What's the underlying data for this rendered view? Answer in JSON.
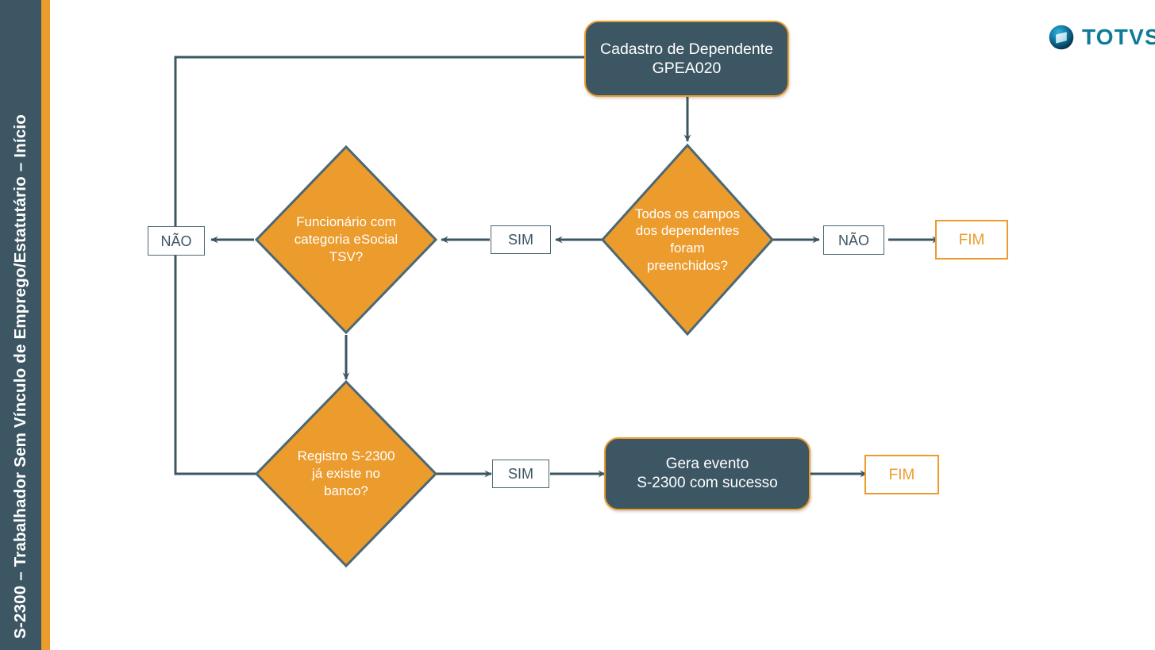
{
  "slide": {
    "side_title": "S-2300 – Trabalhador Sem Vínculo de Emprego/Estatutário – Início",
    "brand": "TOTVS",
    "colors": {
      "rail_dark": "#3C5663",
      "rail_orange": "#EC9B2D",
      "decision_fill": "#EC9B2D",
      "decision_stroke": "#4A6875",
      "terminator_fill": "#3C5663",
      "terminator_stroke": "#EC9B2D",
      "connector": "#3C5663",
      "brand_text": "#0E7C98"
    }
  },
  "flow": {
    "start": {
      "line1": "Cadastro de Dependente",
      "line2": "GPEA020"
    },
    "decision_campos": {
      "line1": "Todos os campos",
      "line2": "dos dependentes",
      "line3": "foram preenchidos?"
    },
    "decision_tsv": {
      "line1": "Funcionário com",
      "line2": "categoria eSocial",
      "line3": "TSV?"
    },
    "decision_registro": {
      "line1": "Registro S-2300",
      "line2": "já existe no",
      "line3": "banco?"
    },
    "process_gera": {
      "line1": "Gera evento",
      "line2": "S-2300 com sucesso"
    },
    "labels": {
      "sim_top": "SIM",
      "nao_left": "NÃO",
      "nao_right": "NÃO",
      "sim_bottom": "SIM"
    },
    "ends": {
      "fim_top": "FIM",
      "fim_bottom": "FIM"
    }
  }
}
